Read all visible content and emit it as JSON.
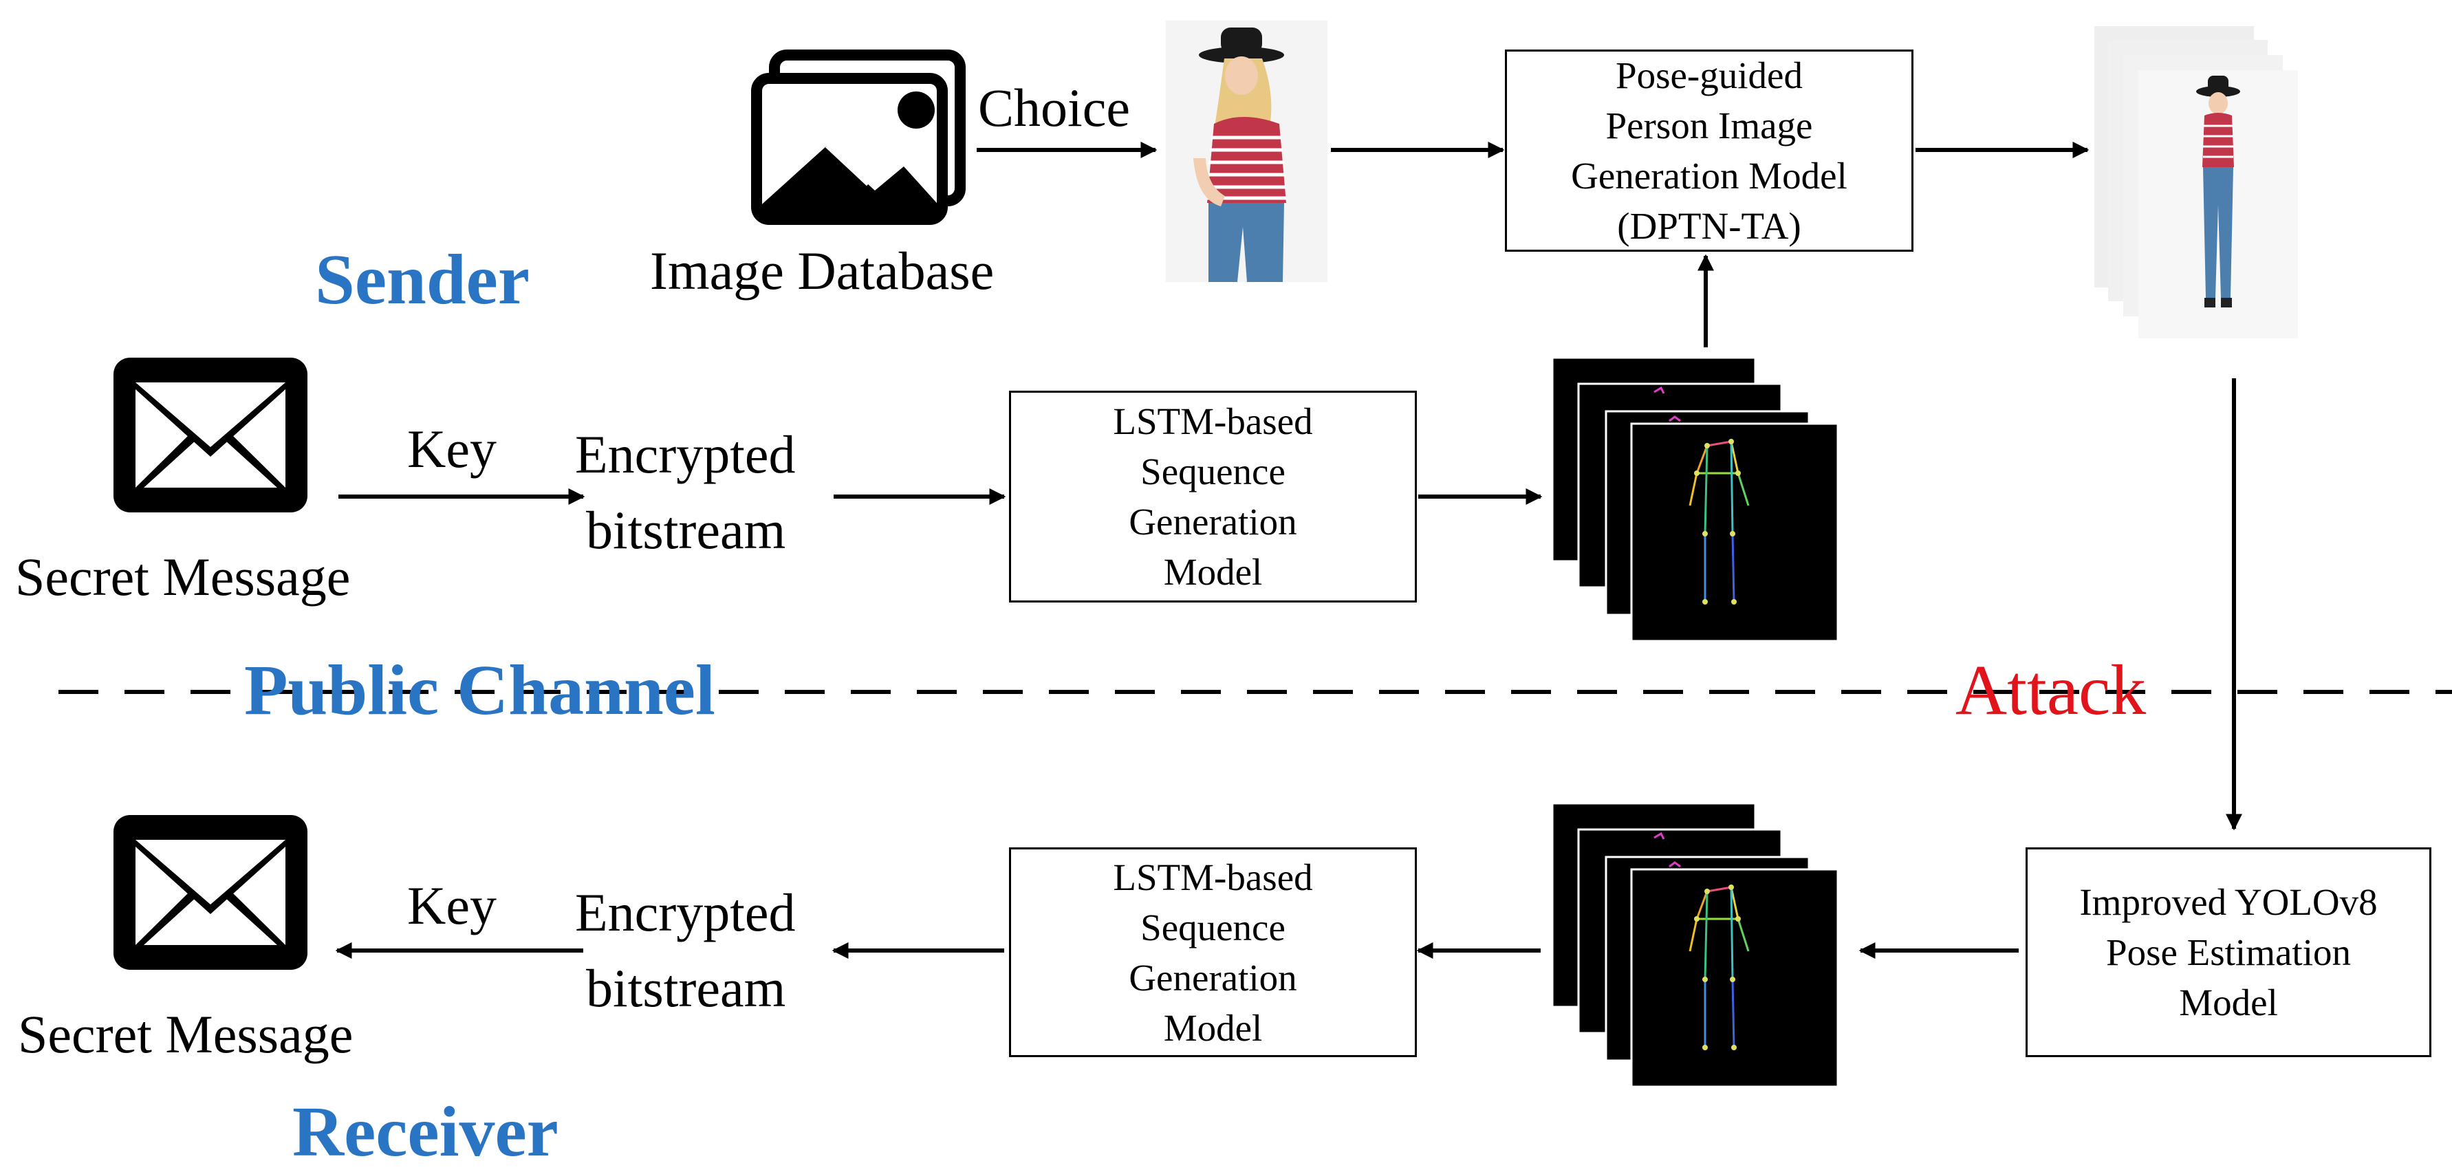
{
  "sender": {
    "label": "Sender",
    "image_database_label": "Image Database",
    "choice_label": "Choice",
    "dptn_box_lines": [
      "Pose-guided",
      "Person Image",
      "Generation Model",
      "(DPTN-TA)"
    ],
    "secret_message_label": "Secret Message",
    "key_label": "Key",
    "encrypted_label_lines": [
      "Encrypted",
      "bitstream"
    ],
    "lstm_box_lines": [
      "LSTM-based",
      "Sequence",
      "Generation",
      "Model"
    ]
  },
  "channel": {
    "public_channel_label": "Public Channel",
    "attack_label": "Attack"
  },
  "receiver": {
    "label": "Receiver",
    "secret_message_label": "Secret Message",
    "key_label": "Key",
    "encrypted_label_lines": [
      "Encrypted",
      "bitstream"
    ],
    "lstm_box_lines": [
      "LSTM-based",
      "Sequence",
      "Generation",
      "Model"
    ],
    "yolo_box_lines": [
      "Improved YOLOv8",
      "Pose Estimation",
      "Model"
    ]
  },
  "colors": {
    "blue_label": "#2a74c4",
    "red_label": "#e0141a",
    "pose_background": "#000000"
  },
  "icons": [
    "image-database-icon",
    "envelope-icon",
    "person-photo",
    "pose-skeleton"
  ]
}
